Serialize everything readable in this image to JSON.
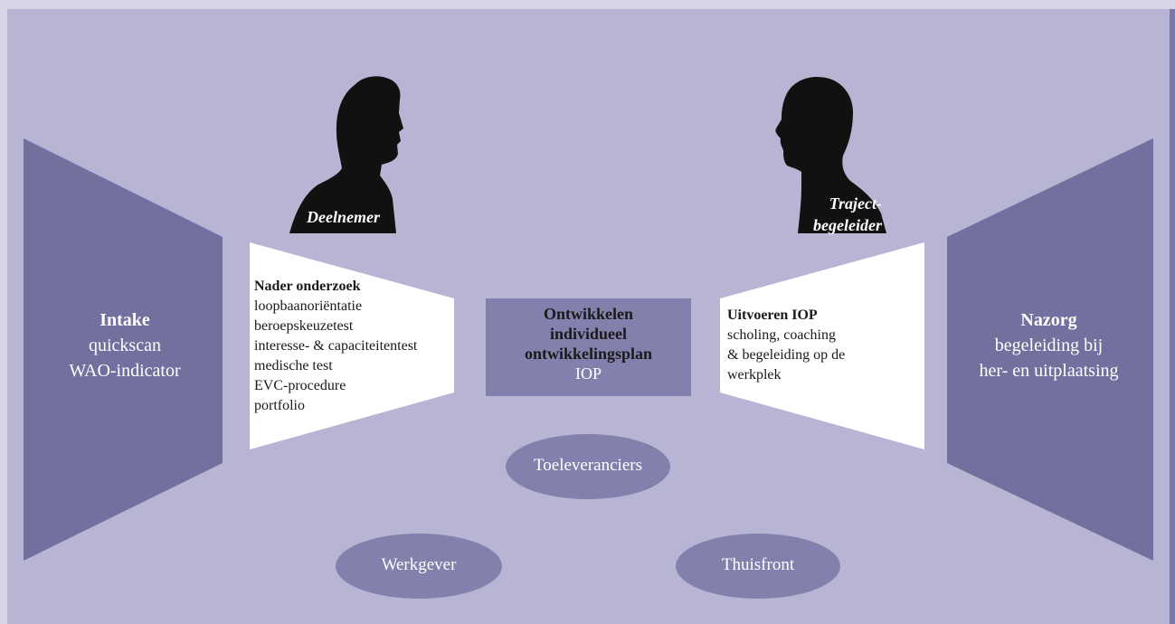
{
  "colors": {
    "background": "#b7b4d4",
    "panel_dark": "#736f9e",
    "panel_mid": "#8480ad",
    "white": "#ffffff",
    "silhouette": "#111111"
  },
  "intake": {
    "title": "Intake",
    "lines": [
      "quickscan",
      "WAO-indicator"
    ]
  },
  "nader": {
    "title": "Nader onderzoek",
    "lines": [
      "loopbaanoriëntatie",
      "beroepskeuzetest",
      "interesse- & capaciteitentest",
      "medische test",
      "EVC-procedure",
      "portfolio"
    ]
  },
  "center": {
    "lines": [
      "Ontwikkelen",
      "individueel",
      "ontwikkelingsplan"
    ],
    "sub": "IOP"
  },
  "uitvoeren": {
    "title": "Uitvoeren IOP",
    "lines": [
      "scholing, coaching",
      "& begeleiding op de",
      "werkplek"
    ]
  },
  "nazorg": {
    "title": "Nazorg",
    "lines": [
      "begeleiding bij",
      "her- en uitplaatsing"
    ]
  },
  "people": {
    "left": "Deelnemer",
    "right_line1": "Traject-",
    "right_line2": "begeleider"
  },
  "ellipses": {
    "top": "Toeleveranciers",
    "left": "Werkgever",
    "right": "Thuisfront"
  }
}
